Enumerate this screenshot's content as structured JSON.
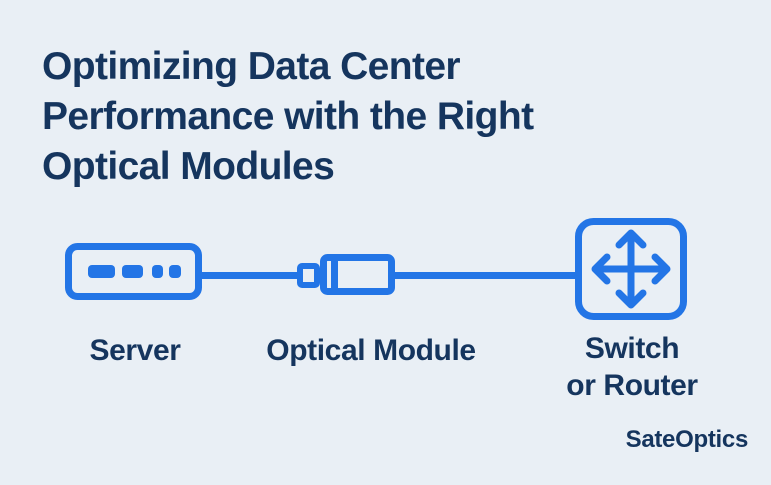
{
  "title": {
    "lines": [
      "Optimizing Data Center",
      "Performance with the Right",
      "Optical Modules"
    ]
  },
  "diagram": {
    "nodes": [
      {
        "icon": "server-icon",
        "label": "Server"
      },
      {
        "icon": "optical-module-icon",
        "label": "Optical Module"
      },
      {
        "icon": "switch-router-icon",
        "label": "Switch\nor Router"
      }
    ]
  },
  "brand": {
    "name": "SateOptics"
  },
  "colors": {
    "background": "#e9eff5",
    "accent_blue": "#2375e6",
    "navy": "#15355e"
  }
}
